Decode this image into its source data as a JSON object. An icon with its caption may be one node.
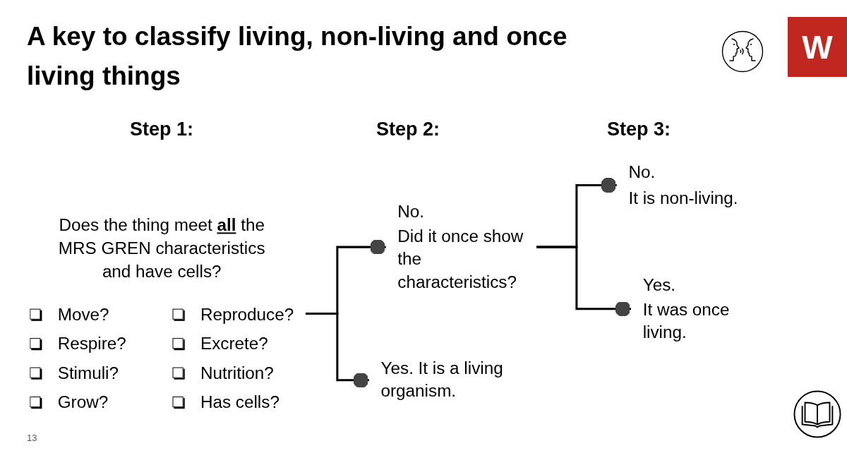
{
  "diagram": {
    "title": "A key to classify living, non-living and once living things",
    "nodes": [
      {
        "text": [
          "Does the thing meet **all** the MRS GREN characteristics and have cells?",
          "Move?",
          "Reproduce?",
          "Respire?",
          "Excrete?",
          "Stimuli?",
          "Nutrition?",
          "Grow?",
          "Has cells?"
        ]
      },
      {
        "text": [
          "No.",
          "Did it once show the characteristics?"
        ]
      },
      {
        "text": [
          "Yes. It is a living organism."
        ]
      },
      {
        "text": [
          "No.",
          "It is non-living."
        ]
      },
      {
        "text": [
          "Yes.",
          "It was once living."
        ]
      }
    ],
    "edges": [
      {
        "from": 0,
        "to": 1,
        "arrow": "other"
      },
      {
        "from": 0,
        "to": 2,
        "arrow": "other"
      },
      {
        "from": 1,
        "to": 3,
        "arrow": "other"
      },
      {
        "from": 1,
        "to": 4,
        "arrow": "other"
      }
    ],
    "labels": [
      "W",
      "Step 1:",
      "Step 2:",
      "Step 3:",
      "13"
    ]
  }
}
